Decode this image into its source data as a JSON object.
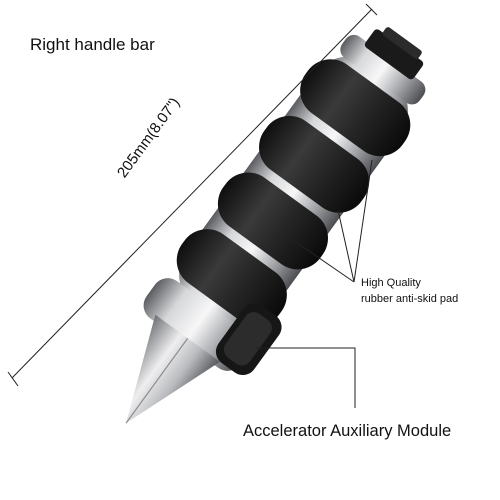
{
  "labels": {
    "title": "Right handle bar",
    "dimension": "205mm(8.07\")",
    "quality_line1": "High Quality",
    "quality_line2": "rubber anti-skid pad",
    "module": "Accelerator Auxiliary Module"
  },
  "colors": {
    "chrome": "#c9cacc",
    "rubber": "#1c1c1c",
    "line": "#222222",
    "background": "#ffffff"
  }
}
